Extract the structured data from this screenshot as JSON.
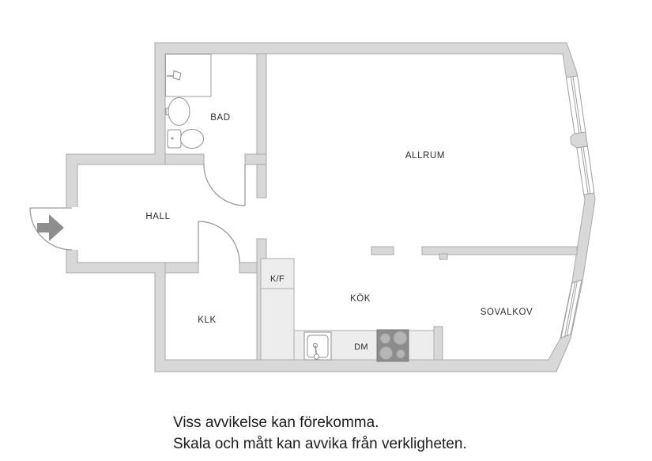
{
  "floorplan": {
    "rooms": {
      "bad": "BAD",
      "hall": "HALL",
      "allrum": "ALLRUM",
      "klk": "KLK",
      "kok": "KÖK",
      "sovalkov": "SOVALKOV"
    },
    "fixtures": {
      "kf": "K/F",
      "dm": "DM"
    },
    "disclaimer": {
      "line1": "Viss avvikelse kan förekomma.",
      "line2": "Skala och mått kan avvika från verkligheten."
    },
    "colors": {
      "wall": "#d8d8d8",
      "wall_stroke": "#a9a9a9",
      "floor": "#ffffff",
      "counter": "#ededed",
      "stove": "#8c8c8c",
      "burner": "#b5b5b5",
      "entry_arrow": "#8e8e8e",
      "label": "#2e2e2e"
    }
  }
}
